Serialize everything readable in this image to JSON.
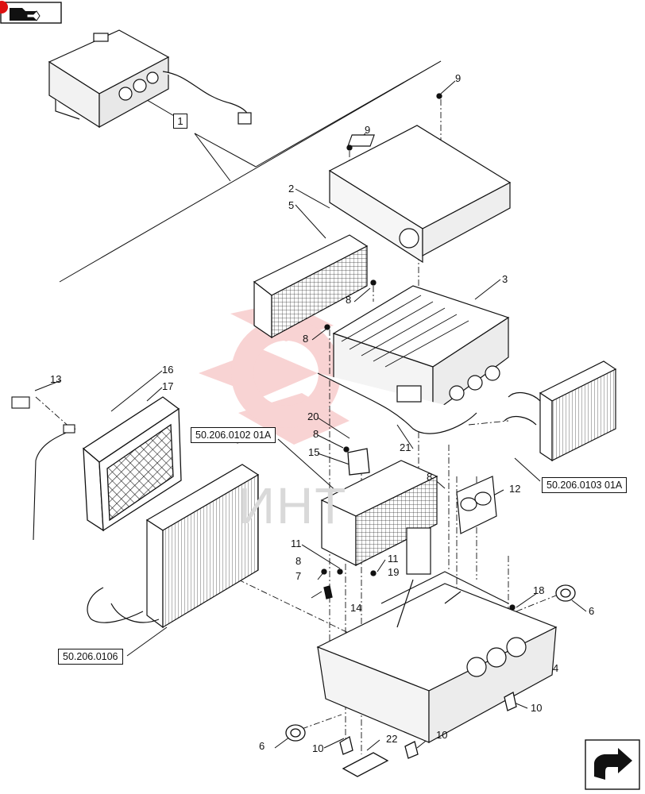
{
  "watermark_text": "ИНТ",
  "top_icon": "folder-arrow-icon",
  "nav_icon": "next-page-arrow-icon",
  "group_label": "1",
  "callouts": [
    {
      "id": "c9a",
      "label": "9"
    },
    {
      "id": "c9b",
      "label": "9"
    },
    {
      "id": "c2",
      "label": "2"
    },
    {
      "id": "c5",
      "label": "5"
    },
    {
      "id": "c3",
      "label": "3"
    },
    {
      "id": "c8a",
      "label": "8"
    },
    {
      "id": "c8b",
      "label": "8"
    },
    {
      "id": "c13",
      "label": "13"
    },
    {
      "id": "c16",
      "label": "16"
    },
    {
      "id": "c17",
      "label": "17"
    },
    {
      "id": "c20",
      "label": "20"
    },
    {
      "id": "c8c",
      "label": "8"
    },
    {
      "id": "c15",
      "label": "15"
    },
    {
      "id": "c21",
      "label": "21"
    },
    {
      "id": "c8d",
      "label": "8"
    },
    {
      "id": "c12",
      "label": "12"
    },
    {
      "id": "c11a",
      "label": "11"
    },
    {
      "id": "c11b",
      "label": "11"
    },
    {
      "id": "c8e",
      "label": "8"
    },
    {
      "id": "c7",
      "label": "7"
    },
    {
      "id": "c19",
      "label": "19"
    },
    {
      "id": "c14",
      "label": "14"
    },
    {
      "id": "c18",
      "label": "18"
    },
    {
      "id": "c6a",
      "label": "6"
    },
    {
      "id": "c4",
      "label": "4"
    },
    {
      "id": "c10a",
      "label": "10"
    },
    {
      "id": "c6b",
      "label": "6"
    },
    {
      "id": "c10b",
      "label": "10"
    },
    {
      "id": "c22",
      "label": "22"
    },
    {
      "id": "c10c",
      "label": "10"
    }
  ],
  "ref_boxes": [
    {
      "id": "r1",
      "label": "50.206.0102 01A"
    },
    {
      "id": "r2",
      "label": "50.206.0103 01A"
    },
    {
      "id": "r3",
      "label": "50.206.0106"
    }
  ]
}
